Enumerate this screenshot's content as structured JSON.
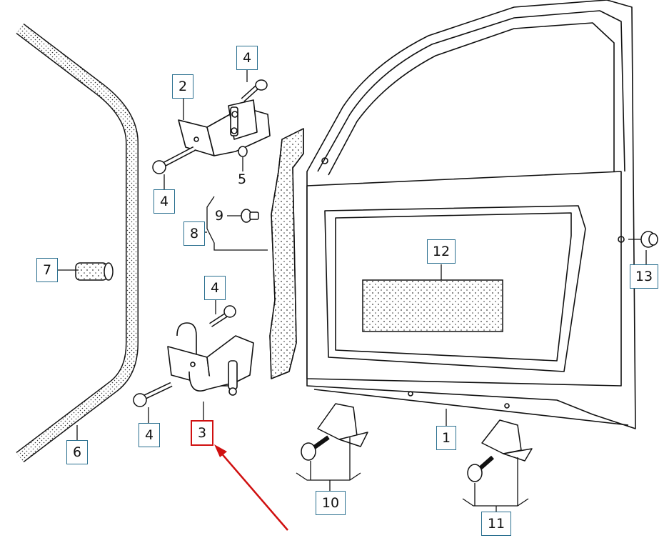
{
  "diagram": {
    "callouts": [
      {
        "id": "c1",
        "text": "1"
      },
      {
        "id": "c2",
        "text": "2"
      },
      {
        "id": "c3",
        "text": "3",
        "selected": true
      },
      {
        "id": "c4a",
        "text": "4"
      },
      {
        "id": "c4b",
        "text": "4"
      },
      {
        "id": "c4c",
        "text": "4"
      },
      {
        "id": "c4d",
        "text": "4"
      },
      {
        "id": "c5",
        "text": "5"
      },
      {
        "id": "c6",
        "text": "6"
      },
      {
        "id": "c7",
        "text": "7"
      },
      {
        "id": "c8",
        "text": "8"
      },
      {
        "id": "c9",
        "text": "9"
      },
      {
        "id": "c10",
        "text": "10"
      },
      {
        "id": "c11",
        "text": "11"
      },
      {
        "id": "c12",
        "text": "12"
      },
      {
        "id": "c13",
        "text": "13"
      }
    ],
    "colors": {
      "line": "#111111",
      "callout_border": "#2a6f8f",
      "highlight": "#d01010"
    }
  }
}
